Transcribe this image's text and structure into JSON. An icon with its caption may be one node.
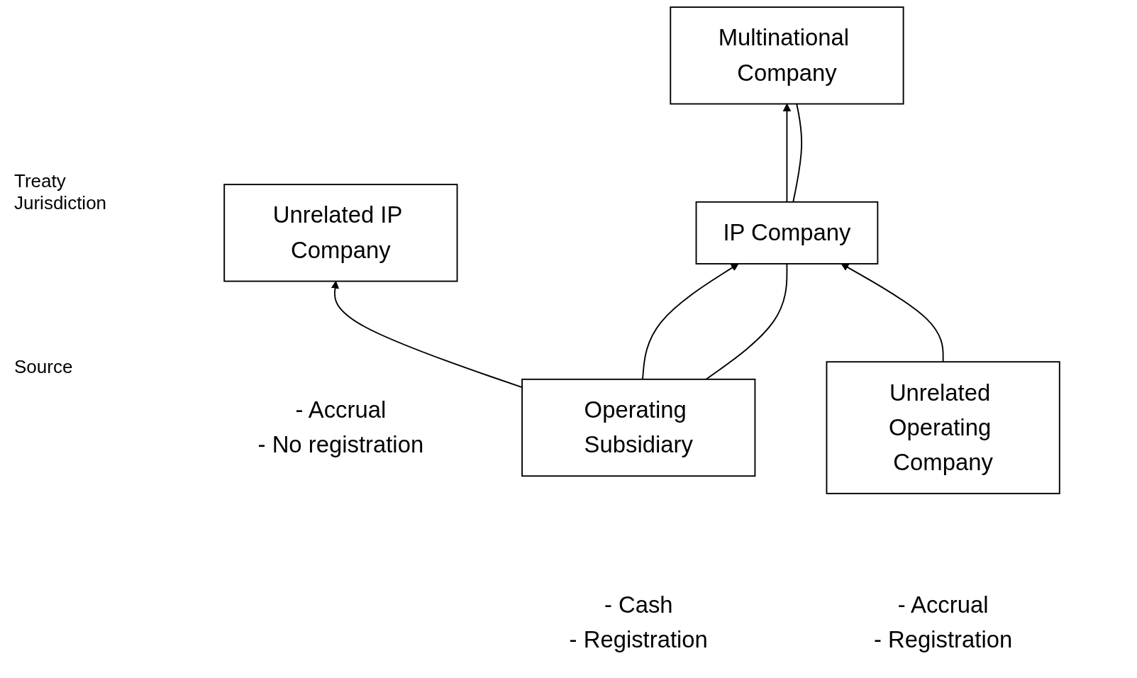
{
  "diagram": {
    "nodes": [
      {
        "text": [
          "Multinational Company"
        ]
      },
      {
        "text": [
          "IP Company"
        ]
      },
      {
        "text": [
          "Unrelated IP Company"
        ],
        "beside": [
          "- Accrual",
          "- No registration"
        ]
      },
      {
        "text": [
          "Operating Subsidiary"
        ],
        "beside": [
          "- Cash",
          "- Registration"
        ]
      },
      {
        "text": [
          "Unrelated Operating Company"
        ],
        "beside": [
          "- Accrual",
          "- Registration"
        ]
      }
    ],
    "edges": [
      {
        "from": 1,
        "to": 0,
        "arrow": "to"
      },
      {
        "from": 1,
        "to": 0,
        "arrow": "none"
      },
      {
        "from": 3,
        "to": 1,
        "arrow": "to"
      },
      {
        "from": 3,
        "to": 1,
        "arrow": "none"
      },
      {
        "from": 3,
        "to": 2,
        "arrow": "to"
      },
      {
        "from": 4,
        "to": 1,
        "arrow": "to"
      }
    ],
    "labels": [
      "Treaty Jurisdiction",
      "Source"
    ]
  }
}
